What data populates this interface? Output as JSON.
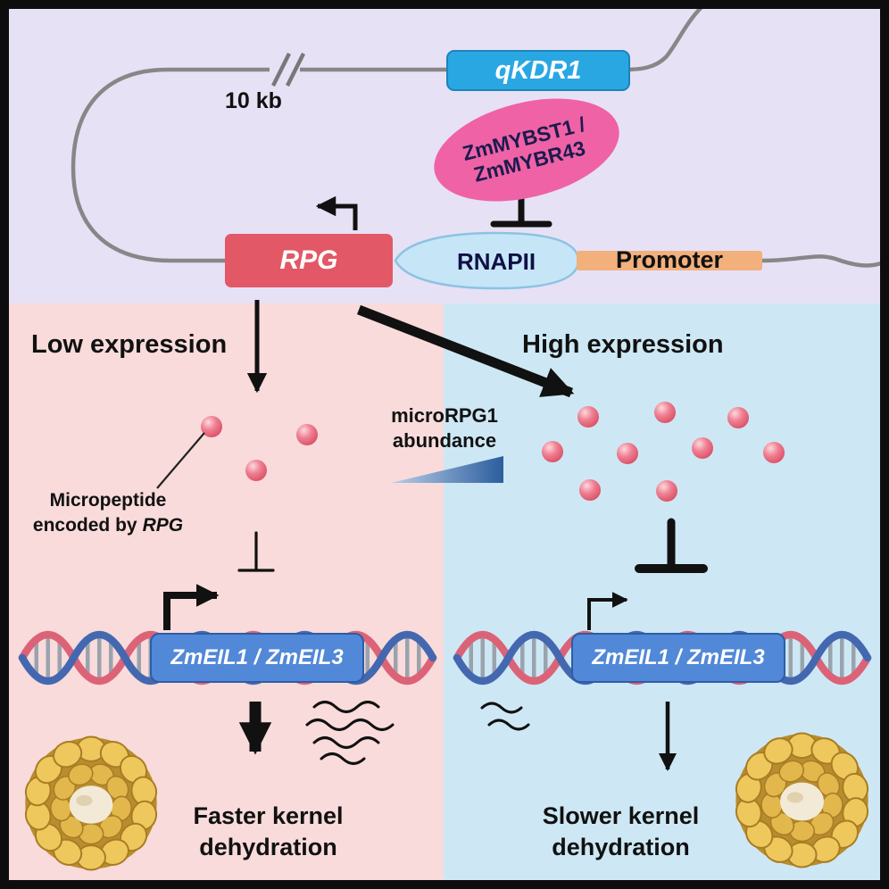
{
  "top": {
    "qkdr1_label": "qKDR1",
    "scale_label": "10 kb",
    "tf_line1": "ZmMYBST1 /",
    "tf_line2": "ZmMYBR43",
    "rpg_label": "RPG",
    "rnapii_label": "RNAPII",
    "promoter_label": "Promoter"
  },
  "middle": {
    "gradient_line1": "microRPG1",
    "gradient_line2": "abundance"
  },
  "left_panel": {
    "title": "Low expression",
    "micropeptide_line1": "Micropeptide",
    "micropeptide_prefix": "encoded by",
    "micropeptide_gene": "RPG",
    "gene_label": "ZmEIL1 / ZmEIL3",
    "outcome_line1": "Faster kernel",
    "outcome_line2": "dehydration"
  },
  "right_panel": {
    "title": "High expression",
    "gene_label": "ZmEIL1 / ZmEIL3",
    "outcome_line1": "Slower kernel",
    "outcome_line2": "dehydration"
  },
  "colors": {
    "top_bg": "#e7e1f5",
    "left_bg": "#f8dbda",
    "right_bg": "#cde8f4",
    "qkdr1_fill": "#29a7e3",
    "tf_fill": "#ef62a6",
    "rpg_fill": "#e35866",
    "rnapii_fill": "#c6e5f7",
    "promoter_fill": "#f2b07c",
    "gene_fill": "#5188d8",
    "micropeptide_fill": "#e4596e",
    "dna_blue": "#4468b0",
    "dna_pink": "#dc6377",
    "genomic_line": "#878787"
  }
}
